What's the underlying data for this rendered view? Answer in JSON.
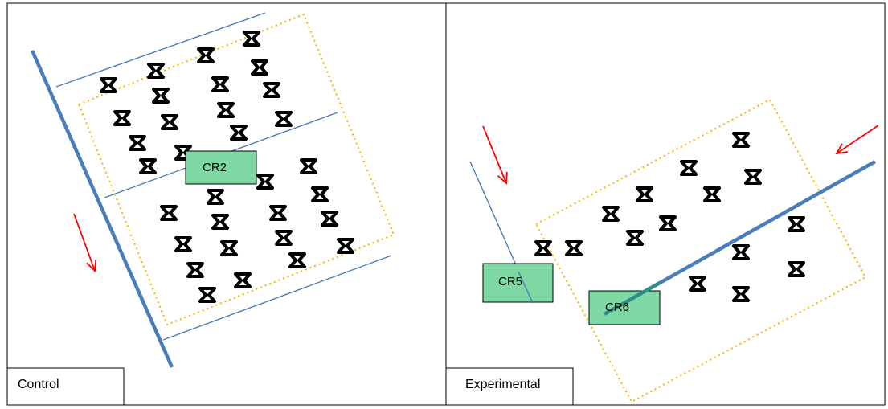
{
  "colors": {
    "frame": "#000000",
    "plot_boundary": "#f5b914",
    "blue_line": "#4a7ebb",
    "arrow": "#ff0000",
    "box_fill": "#7dd8a4",
    "box_stroke": "#000000",
    "marker": "#000000"
  },
  "marker_icon": "hourglass-icon",
  "arrow_icon": "downslope-arrow-icon",
  "panels": {
    "control": {
      "caption": "Control",
      "boxes": [
        {
          "label": "CR2"
        }
      ]
    },
    "experimental": {
      "caption": "Experimental",
      "boxes": [
        {
          "label": "CR5"
        },
        {
          "label": "CR6"
        }
      ]
    }
  }
}
